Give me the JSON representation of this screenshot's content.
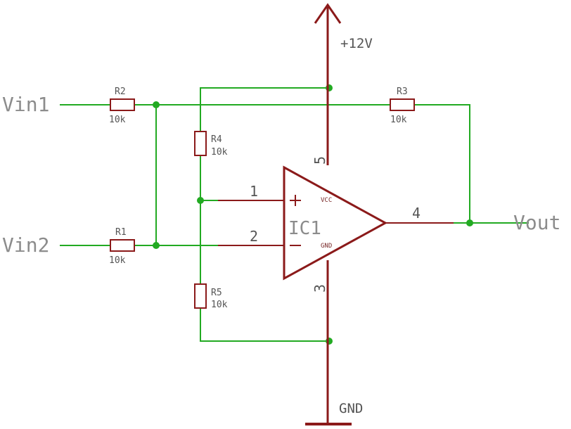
{
  "supply_label": "+12V",
  "ground_label": "GND",
  "inputs": {
    "vin1": "Vin1",
    "vin2": "Vin2"
  },
  "output": "Vout",
  "resistors": [
    {
      "name": "R2",
      "value": "10k"
    },
    {
      "name": "R3",
      "value": "10k"
    },
    {
      "name": "R4",
      "value": "10k"
    },
    {
      "name": "R1",
      "value": "10k"
    },
    {
      "name": "R5",
      "value": "10k"
    }
  ],
  "opamp": {
    "name": "IC1",
    "vcc_label": "VCC",
    "gnd_label": "GND",
    "plus_sign": "+",
    "minus_sign": "−",
    "pins": {
      "noninv": "1",
      "inv": "2",
      "gnd": "3",
      "out": "4",
      "vcc": "5"
    }
  },
  "colors": {
    "wire": "#22aa22",
    "component": "#8b1a1a"
  }
}
